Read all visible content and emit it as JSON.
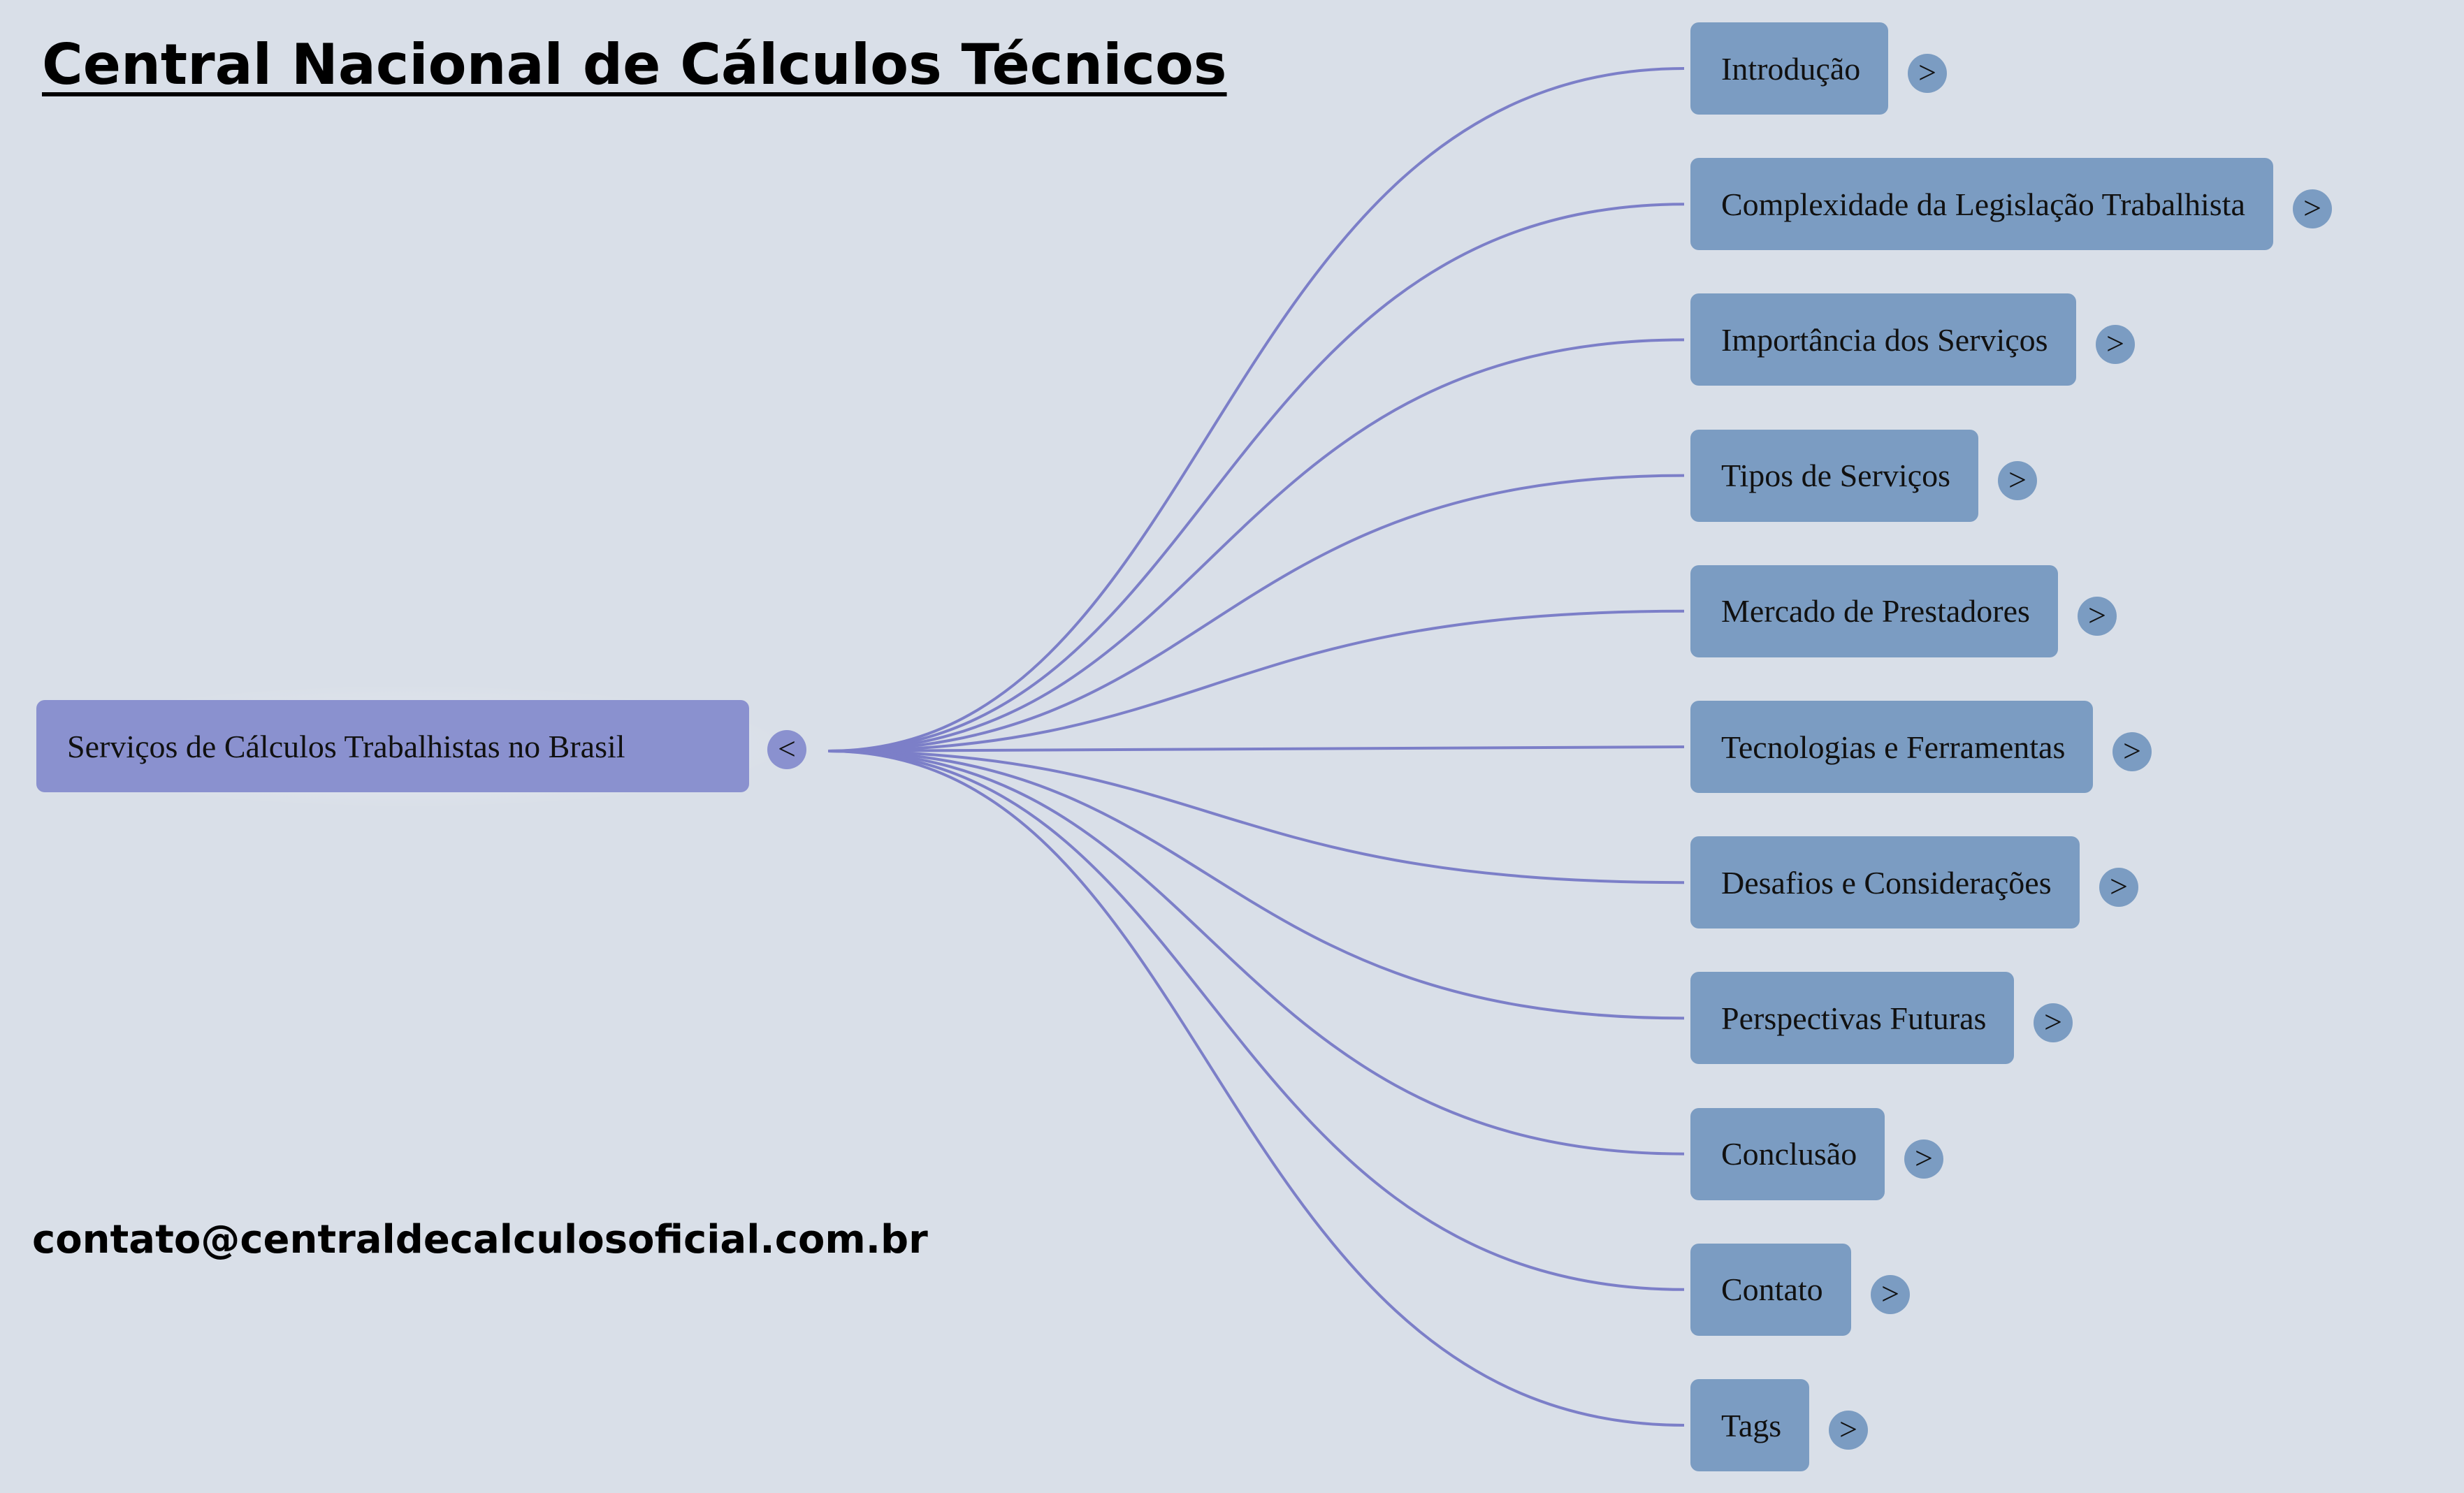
{
  "title": "Central Nacional de Cálculos Técnicos",
  "email": "contato@centraldecalculosoficial.com.br",
  "root": {
    "label": "Serviços de Cálculos Trabalhistas no Brasil",
    "toggle": "<"
  },
  "branch_toggle": ">",
  "branches": [
    {
      "label": "Introdução"
    },
    {
      "label": "Complexidade da Legislação Trabalhista"
    },
    {
      "label": "Importância dos Serviços"
    },
    {
      "label": "Tipos de Serviços"
    },
    {
      "label": "Mercado de Prestadores"
    },
    {
      "label": "Tecnologias e Ferramentas"
    },
    {
      "label": "Desafios e Considerações"
    },
    {
      "label": "Perspectivas Futuras"
    },
    {
      "label": "Conclusão"
    },
    {
      "label": "Contato"
    },
    {
      "label": "Tags"
    }
  ],
  "colors": {
    "background": "#d9dfe8",
    "root_node": "#8a91cf",
    "branch_node": "#7b9cc2",
    "edge": "#7c7fc8"
  }
}
